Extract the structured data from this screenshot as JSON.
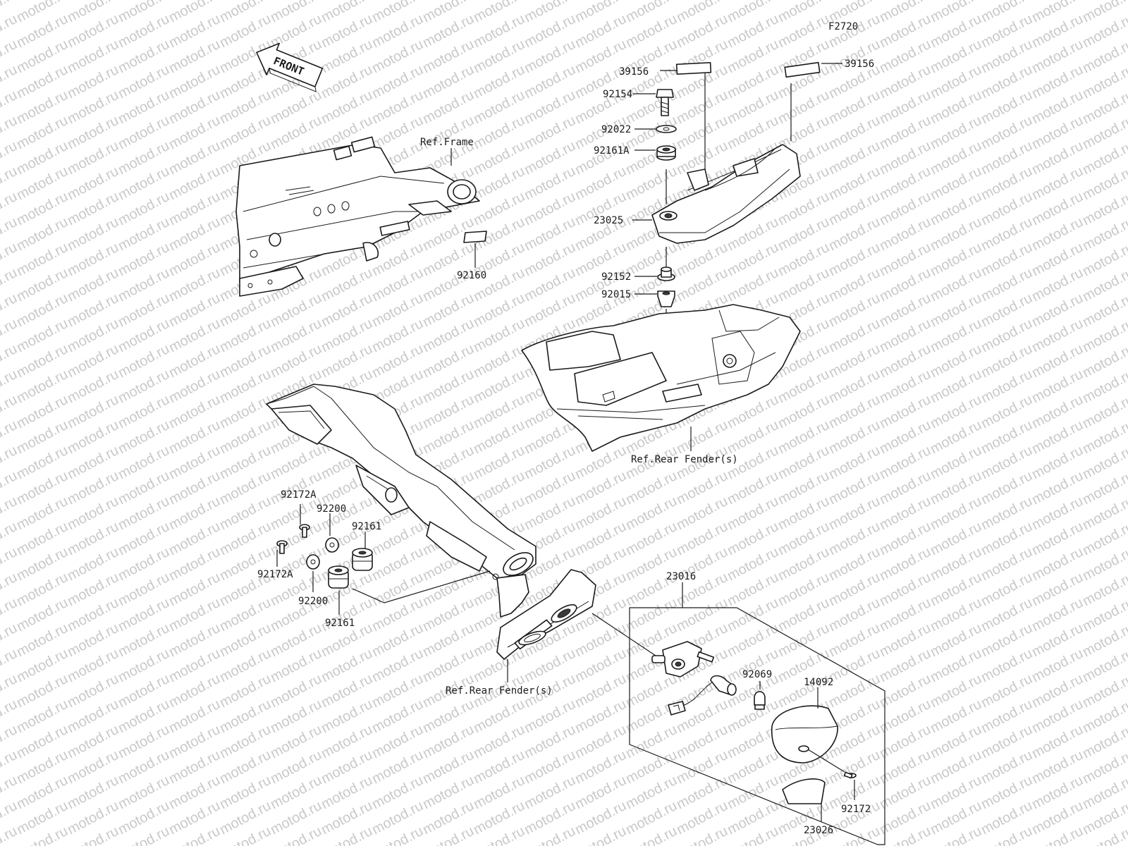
{
  "diagram": {
    "figure_code": "F2720",
    "front_label": "FRONT",
    "watermark": "motod.ru",
    "references": {
      "frame": "Ref.Frame",
      "rear_fender_upper": "Ref.Rear Fender(s)",
      "rear_fender_lower": "Ref.Rear Fender(s)"
    },
    "parts": {
      "p39156_left": "39156",
      "p39156_right": "39156",
      "p92154": "92154",
      "p92022": "92022",
      "p92161A": "92161A",
      "p23025": "23025",
      "p92152": "92152",
      "p92015": "92015",
      "p92160": "92160",
      "p92172A_top": "92172A",
      "p92172A_bottom": "92172A",
      "p92200_top": "92200",
      "p92200_bottom": "92200",
      "p92161_top": "92161",
      "p92161_bottom": "92161",
      "p23016": "23016",
      "p92069": "92069",
      "p14092": "14092",
      "p92172": "92172",
      "p23026": "23026"
    }
  }
}
